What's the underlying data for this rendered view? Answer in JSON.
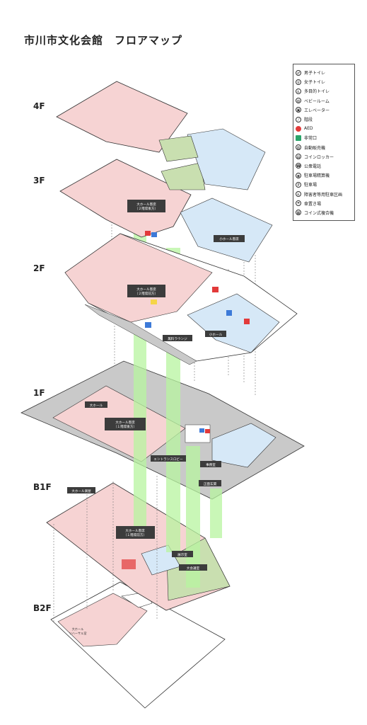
{
  "title": "市川市文化会館　フロアマップ",
  "floors": {
    "f4": "4F",
    "f3": "3F",
    "f2": "2F",
    "f1": "1F",
    "b1": "B1F",
    "b2": "B2F"
  },
  "legend": [
    {
      "icon": "male-toilet-icon",
      "label": "男子トイレ"
    },
    {
      "icon": "female-toilet-icon",
      "label": "女子トイレ"
    },
    {
      "icon": "multipurpose-toilet-icon",
      "label": "多目的トイレ"
    },
    {
      "icon": "baby-room-icon",
      "label": "ベビールーム"
    },
    {
      "icon": "elevator-icon",
      "label": "エレベーター"
    },
    {
      "icon": "stairs-icon",
      "label": "階段"
    },
    {
      "icon": "aed-icon",
      "label": "AED"
    },
    {
      "icon": "emergency-exit-icon",
      "label": "非常口"
    },
    {
      "icon": "vending-machine-icon",
      "label": "自動販売機"
    },
    {
      "icon": "coin-locker-icon",
      "label": "コインロッカー"
    },
    {
      "icon": "public-phone-icon",
      "label": "公衆電話"
    },
    {
      "icon": "parking-payment-icon",
      "label": "駐車場精算機"
    },
    {
      "icon": "parking-icon",
      "label": "駐車場"
    },
    {
      "icon": "accessible-parking-icon",
      "label": "障害者等用駐車区画"
    },
    {
      "icon": "umbrella-stand-icon",
      "label": "傘置き場"
    },
    {
      "icon": "coin-multifunction-icon",
      "label": "コイン式複合機"
    }
  ],
  "labels": {
    "hall3": "大ホール客席\n（２階席後方）",
    "smallHallSeats": "小ホール客席",
    "hall2": "大ホール客席\n（２階席前方）",
    "lounge": "無料ラウンジ",
    "smallHall": "小ホール",
    "bigHall": "大ホール",
    "hall1": "大ホール客席\n（１階席後方）",
    "entrance": "エントランスロビー",
    "office": "事務室",
    "mainEntrance": "正面玄関",
    "b1Back": "大ホール楽屋",
    "hallB1": "大ホール客席\n（１階席前方）",
    "lobby": "展示室",
    "meetingRoom": "大会議室",
    "b2Room": "大ホール\nリハーサル室"
  },
  "colors": {
    "pink": "#f6d3d3",
    "blue": "#d6e8f7",
    "green": "#c9dfb0",
    "gray": "#c9c9c9",
    "shaft": "#b8f5a0",
    "darklabel": "#3c3c3c"
  }
}
